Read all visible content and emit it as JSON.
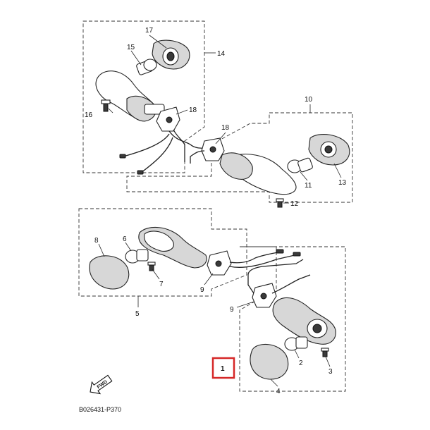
{
  "diagram_code": "B026431-P370",
  "fwd_label": "FWD",
  "highlight_label": "1",
  "highlight_color": "#d62828",
  "callouts": {
    "c2": "2",
    "c3": "3",
    "c4": "4",
    "c5": "5",
    "c6": "6",
    "c7": "7",
    "c8": "8",
    "c9a": "9",
    "c9b": "9",
    "c10": "10",
    "c11": "11",
    "c12": "12",
    "c13": "13",
    "c14": "14",
    "c15": "15",
    "c16": "16",
    "c17": "17",
    "c18a": "18",
    "c18b": "18"
  }
}
